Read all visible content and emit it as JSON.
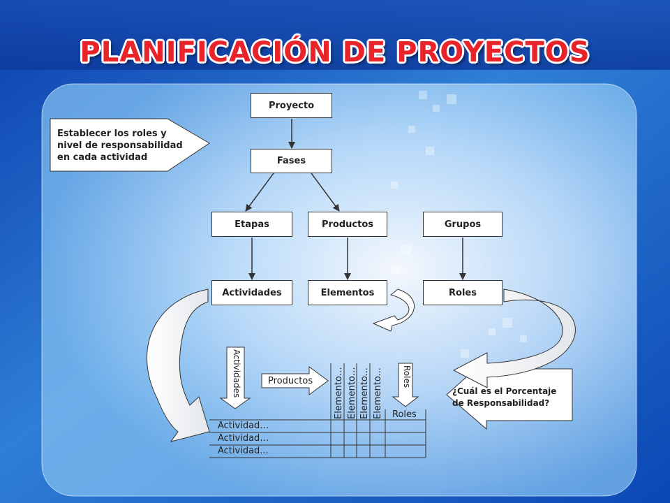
{
  "title": "PLANIFICACIÓN DE PROYECTOS",
  "callout_left": {
    "lines": [
      "Establecer los roles y",
      "nivel de responsabilidad",
      "en cada actividad"
    ]
  },
  "callout_right": {
    "lines": [
      "¿Cuál es el Porcentaje",
      "de Responsabilidad?"
    ]
  },
  "tree": {
    "root": "Proyecto",
    "level1": "Fases",
    "level2": [
      "Etapas",
      "Productos",
      "Grupos"
    ],
    "level3": [
      "Actividades",
      "Elementos",
      "Roles"
    ]
  },
  "matrix": {
    "rows_arrow_label": "Actividades",
    "columns_arrow_label": "Productos",
    "roles_arrow_label": "Roles",
    "column_headers": [
      "Elemento…",
      "Elemento…",
      "Elemento...",
      "Elemento..."
    ],
    "roles_header": "Roles",
    "rows": [
      "Actividad…",
      "Actividad…",
      "Actividad..."
    ]
  },
  "colors": {
    "title": "#e8232a",
    "background_dark": "#0a3fa8",
    "background_light": "#9fd1f5",
    "panel": "#d8efff"
  }
}
